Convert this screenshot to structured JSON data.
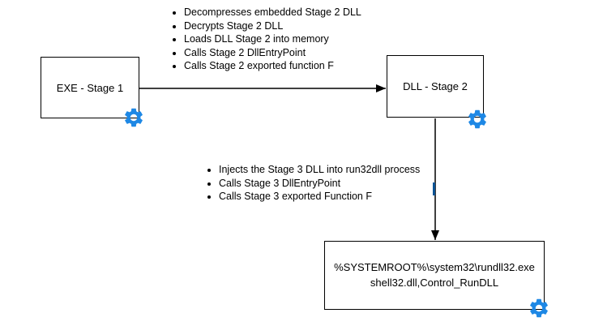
{
  "boxes": {
    "stage1": {
      "label": "EXE - Stage 1"
    },
    "stage2": {
      "label": "DLL - Stage 2"
    },
    "rundll": {
      "line1": "%SYSTEMROOT%\\system32\\rundll32.exe",
      "line2": "shell32.dll,Control_RunDLL"
    }
  },
  "annotations": {
    "arrow1_list": [
      "Decompresses embedded Stage 2 DLL",
      "Decrypts Stage 2 DLL",
      "Loads DLL Stage 2 into memory",
      "Calls Stage 2 DllEntryPoint",
      "Calls Stage 2 exported function F"
    ],
    "arrow2_list": [
      "Injects the Stage 3 DLL into run32dll process",
      "Calls Stage 3 DllEntryPoint",
      "Calls Stage 3 exported Function F"
    ]
  },
  "icons": {
    "gear": "gear-icon"
  },
  "colors": {
    "gear_blue": "#1E88E5",
    "connector_black": "#000000",
    "highlight_blue": "#0B5394"
  }
}
